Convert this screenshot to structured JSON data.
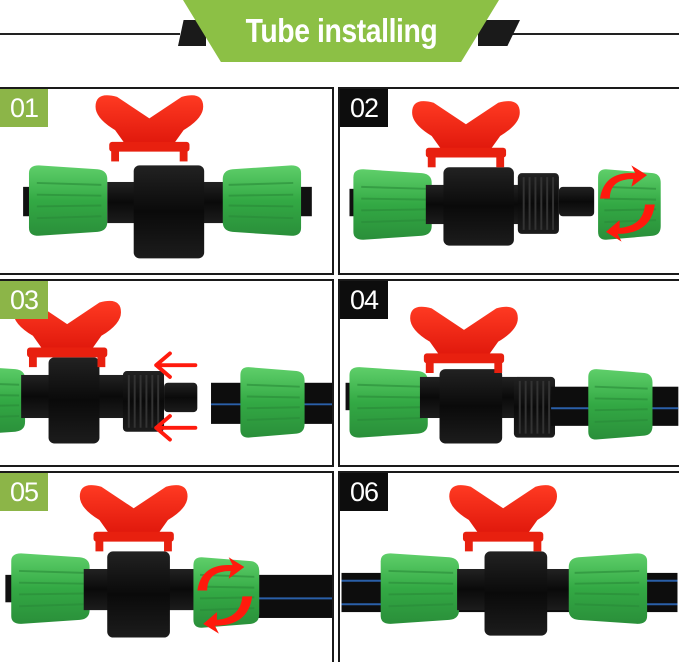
{
  "header": {
    "title": "Tube installing",
    "banner_color": "#8cc045"
  },
  "colors": {
    "handle_red": "#ff2a1a",
    "nut_green": "#3fb34f",
    "body_black": "#111111",
    "arrow_red": "#ff1a0d",
    "badge_green": "#8cb548",
    "badge_black": "#0d0d0d"
  },
  "steps": [
    {
      "number": "01",
      "badge_style": "green",
      "description": "Assembled mini valve with two green lock nuts"
    },
    {
      "number": "02",
      "badge_style": "black",
      "description": "Unscrew the right lock nut (rotation arrows)"
    },
    {
      "number": "03",
      "badge_style": "green",
      "description": "Slide tube with nut onto barbed connector (left arrows)"
    },
    {
      "number": "04",
      "badge_style": "black",
      "description": "Tube pushed onto barb, nut positioned on tube"
    },
    {
      "number": "05",
      "badge_style": "green",
      "description": "Tighten the lock nut onto the thread (rotation arrows)"
    },
    {
      "number": "06",
      "badge_style": "black",
      "description": "Completed: valve connected inline with tubes on both sides"
    }
  ]
}
